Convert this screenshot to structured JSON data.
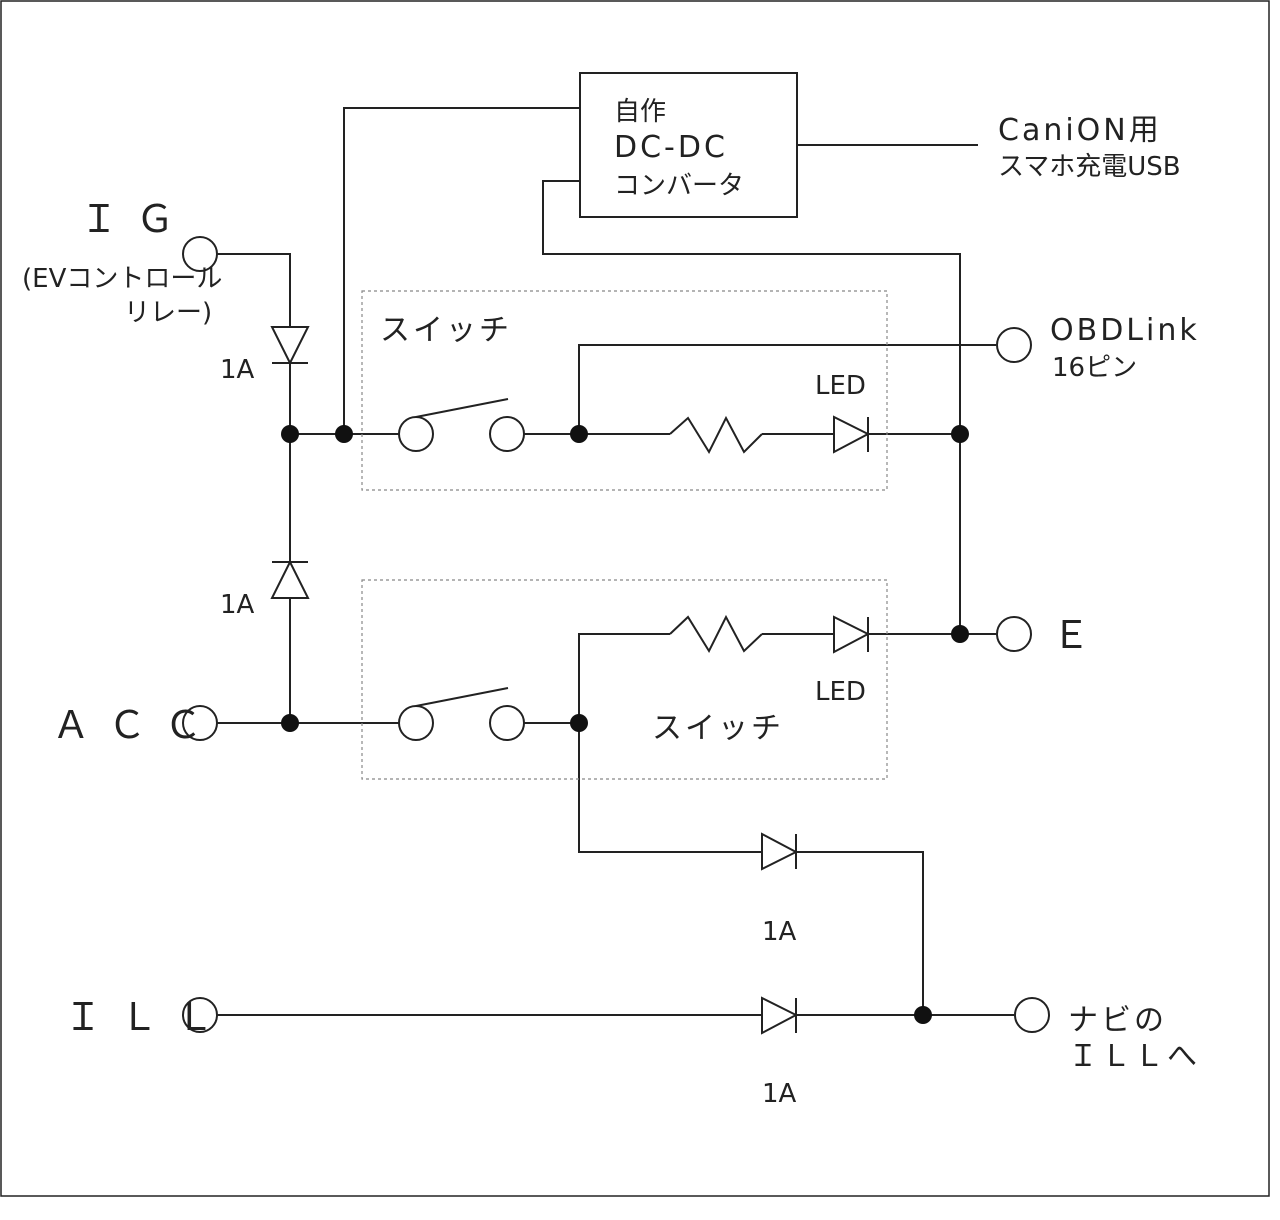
{
  "diagram": {
    "converter": {
      "line1": "自作",
      "line2": "DC-DC",
      "line3": "コンバータ"
    },
    "usb_label": {
      "line1": "CaniON用",
      "line2": "スマホ充電USB"
    },
    "ig_label": {
      "line1": "ＩＧ",
      "line2": "(EVコントロール",
      "line3": "リレー)"
    },
    "diode_ig_rating": "1A",
    "diode_acc_rating": "1A",
    "diode_upper_right_rating": "1A",
    "diode_ill_rating": "1A",
    "switch_box_top_label": "スイッチ",
    "switch_box_bottom_label": "スイッチ",
    "led_top_label": "LED",
    "led_bottom_label": "LED",
    "obdlink_label": {
      "line1": "OBDLink",
      "line2": "16ピン"
    },
    "ground_label": "Ｅ",
    "acc_label": "ＡＣＣ",
    "ill_label": "ＩＬＬ",
    "navi_label": {
      "line1": "ナビの",
      "line2": "ＩＬＬへ"
    },
    "colors": {
      "line": "#222222",
      "dashed_box": "#888888",
      "background": "#ffffff"
    }
  }
}
